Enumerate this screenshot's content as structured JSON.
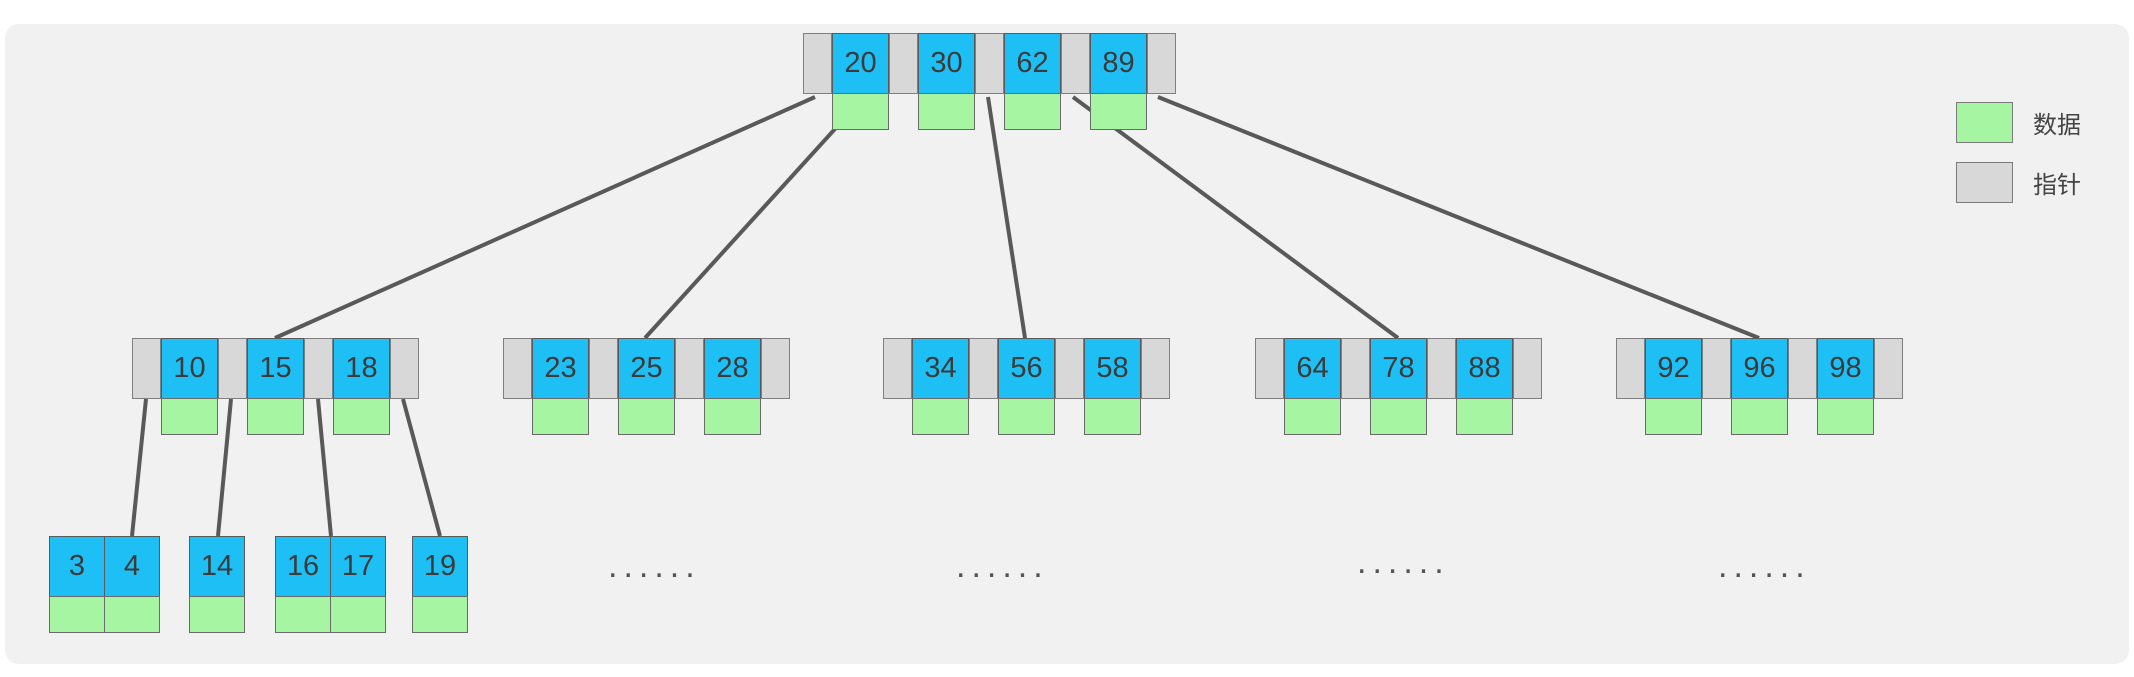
{
  "tree": {
    "root": [
      "20",
      "30",
      "62",
      "89"
    ],
    "level2": [
      [
        "10",
        "15",
        "18"
      ],
      [
        "23",
        "25",
        "28"
      ],
      [
        "34",
        "56",
        "58"
      ],
      [
        "64",
        "78",
        "88"
      ],
      [
        "92",
        "96",
        "98"
      ]
    ],
    "leaves": [
      [
        "3",
        "4"
      ],
      [
        "14"
      ],
      [
        "16",
        "17"
      ],
      [
        "19"
      ]
    ],
    "ellipsis": "......"
  },
  "legend": [
    {
      "label": "数据",
      "color": "#a6f5a2"
    },
    {
      "label": "指针",
      "color": "#d8d8d8"
    }
  ],
  "colors": {
    "key": "#1ebff5",
    "data": "#a6f5a2",
    "pointer": "#d8d8d8",
    "background": "#f1f1f1",
    "edge": "#595959"
  }
}
